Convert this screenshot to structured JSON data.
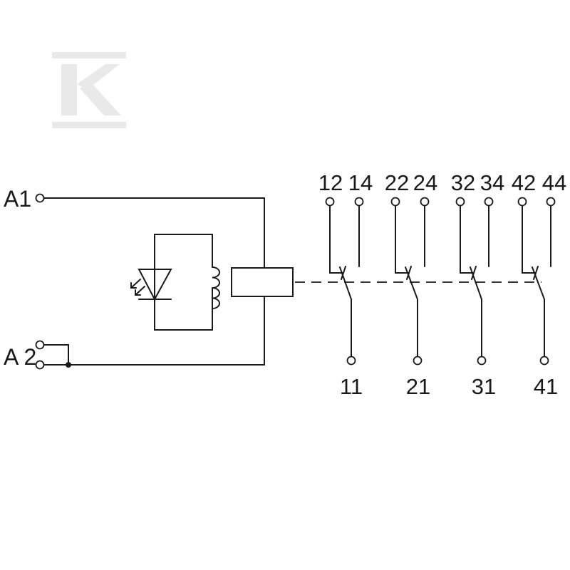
{
  "watermark": {
    "name": "K-logo",
    "color": "#e9e9e9"
  },
  "coil_terminals": {
    "a1": "A1",
    "a2": "A 2"
  },
  "top_terminals": [
    "12",
    "14",
    "22",
    "24",
    "32",
    "34",
    "42",
    "44"
  ],
  "bottom_terminals": [
    "11",
    "21",
    "31",
    "41"
  ],
  "colors": {
    "line": "#1a1a1a",
    "background": "#ffffff"
  }
}
